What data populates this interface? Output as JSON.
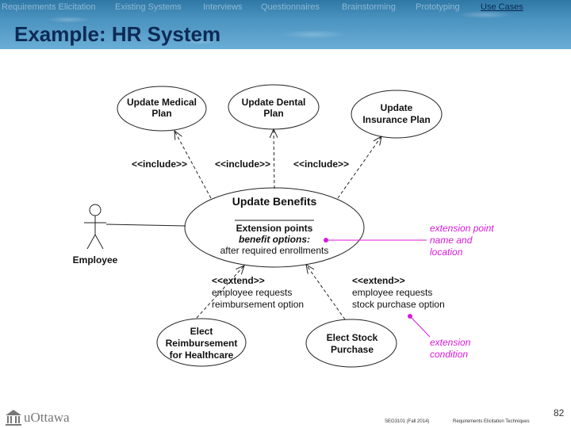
{
  "nav": {
    "items": [
      "Requirements Elicitation",
      "Existing Systems",
      "Interviews",
      "Questionnaires",
      "Brainstorming",
      "Prototyping",
      "Use Cases"
    ],
    "active_index": 6
  },
  "title": "Example: HR System",
  "diagram": {
    "use_cases": {
      "update_medical": [
        "Update Medical",
        "Plan"
      ],
      "update_dental": [
        "Update Dental",
        "Plan"
      ],
      "update_insurance": [
        "Update",
        "Insurance Plan"
      ],
      "update_benefits": "Update Benefits",
      "elect_reimbursement": [
        "Elect",
        "Reimbursement",
        "for Healthcare"
      ],
      "elect_stock": [
        "Elect Stock",
        "Purchase"
      ]
    },
    "extension_points": {
      "heading": "Extension points",
      "name": "benefit options:",
      "location": "after required enrollments"
    },
    "actor": "Employee",
    "include_label": "<<include>>",
    "extend_label": "<<extend>>",
    "extend_left_condition": [
      "employee requests",
      "reimbursement option"
    ],
    "extend_right_condition": [
      "employee requests",
      "stock purchase option"
    ],
    "annotations": {
      "extension_point": [
        "extension point",
        "name and",
        "location"
      ],
      "extension_condition": [
        "extension",
        "condition"
      ]
    },
    "annotation_color": "#d81ad8"
  },
  "footer": {
    "institution": "uOttawa",
    "slide_number": "82",
    "course": "SEG3101 (Fall 2014)",
    "topic": "Requirements Elicitation Techniques"
  }
}
